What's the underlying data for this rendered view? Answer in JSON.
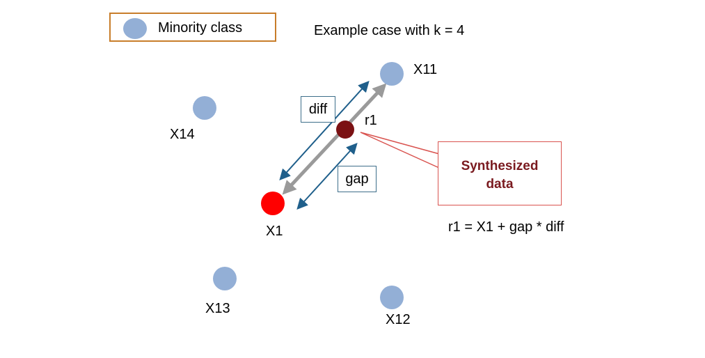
{
  "legend": {
    "label": "Minority class"
  },
  "title": "Example case with k = 4",
  "points": {
    "x11": "X11",
    "x14": "X14",
    "x1": "X1",
    "x13": "X13",
    "x12": "X12",
    "r1": "r1"
  },
  "boxes": {
    "diff": "diff",
    "gap": "gap"
  },
  "callout": {
    "line1": "Synthesized",
    "line2": "data"
  },
  "formula": "r1 = X1 + gap * diff",
  "colors": {
    "minority": "#93afd6",
    "x1": "#ff0000",
    "synthetic": "#7b1113",
    "arrow_blue": "#1f5f8b",
    "arrow_gray": "#9a9a9a",
    "callout_border": "#d9534f",
    "legend_border": "#c87d2a",
    "callout_text": "#7a1a1f"
  }
}
